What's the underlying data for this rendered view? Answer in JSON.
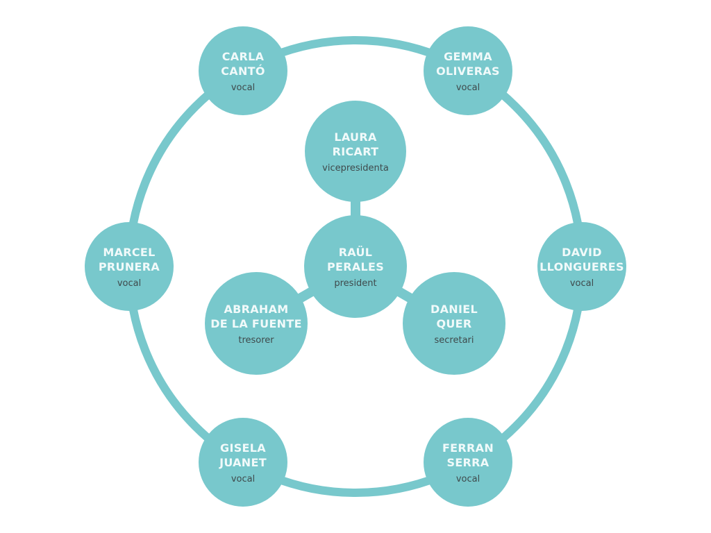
{
  "color": "#78c8cc",
  "center": {
    "name": "RAÜL\nPERALES",
    "role": "president"
  },
  "inner": [
    {
      "name": "LAURA\nRICART",
      "role": "vicepresidenta"
    },
    {
      "name": "ABRAHAM\nDE LA FUENTE",
      "role": "tresorer"
    },
    {
      "name": "DANIEL\nQUER",
      "role": "secretari"
    }
  ],
  "outer": [
    {
      "name": "CARLA\nCANTÓ",
      "role": "vocal"
    },
    {
      "name": "GEMMA\nOLIVERAS",
      "role": "vocal"
    },
    {
      "name": "MARCEL\nPRUNERA",
      "role": "vocal"
    },
    {
      "name": "DAVID\nLLONGUERES",
      "role": "vocal"
    },
    {
      "name": "GISELA\nJUANET",
      "role": "vocal"
    },
    {
      "name": "FERRAN\nSERRA",
      "role": "vocal"
    }
  ]
}
